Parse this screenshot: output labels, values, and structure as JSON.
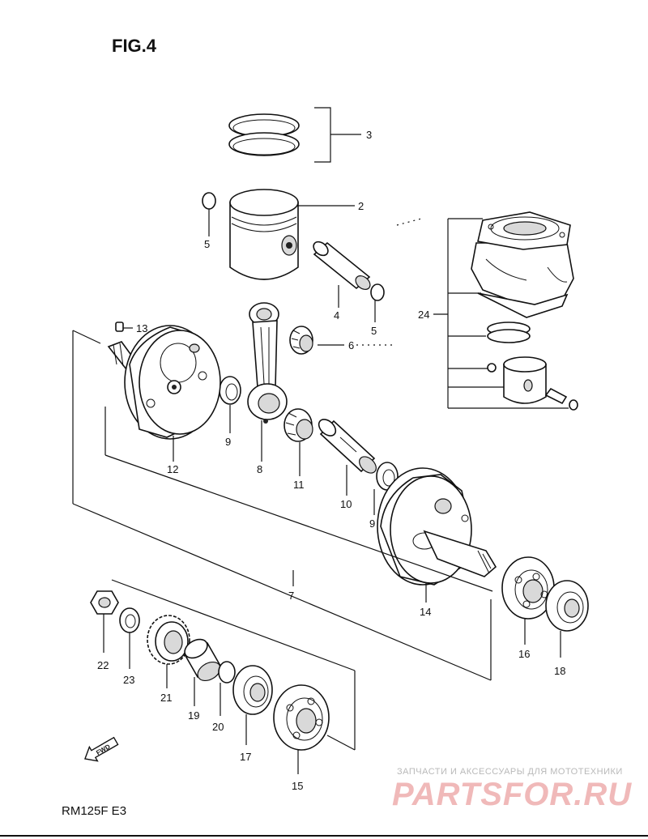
{
  "figure": {
    "title": "FIG.4",
    "model_code": "RM125F  E3",
    "fwd_label": "FWD"
  },
  "callouts": {
    "c2": "2",
    "c3": "3",
    "c4": "4",
    "c5a": "5",
    "c5b": "5",
    "c6": "6",
    "c7": "7",
    "c8": "8",
    "c9a": "9",
    "c9b": "9",
    "c10": "10",
    "c11": "11",
    "c12": "12",
    "c13": "13",
    "c14": "14",
    "c15": "15",
    "c16": "16",
    "c17": "17",
    "c18": "18",
    "c19": "19",
    "c20": "20",
    "c21": "21",
    "c22": "22",
    "c23": "23",
    "c24": "24"
  },
  "watermark": {
    "line1": "ЗАПЧАСТИ И АКСЕССУАРЫ ДЛЯ МОТОТЕХНИКИ",
    "line2": "PARTSFOR.RU"
  }
}
